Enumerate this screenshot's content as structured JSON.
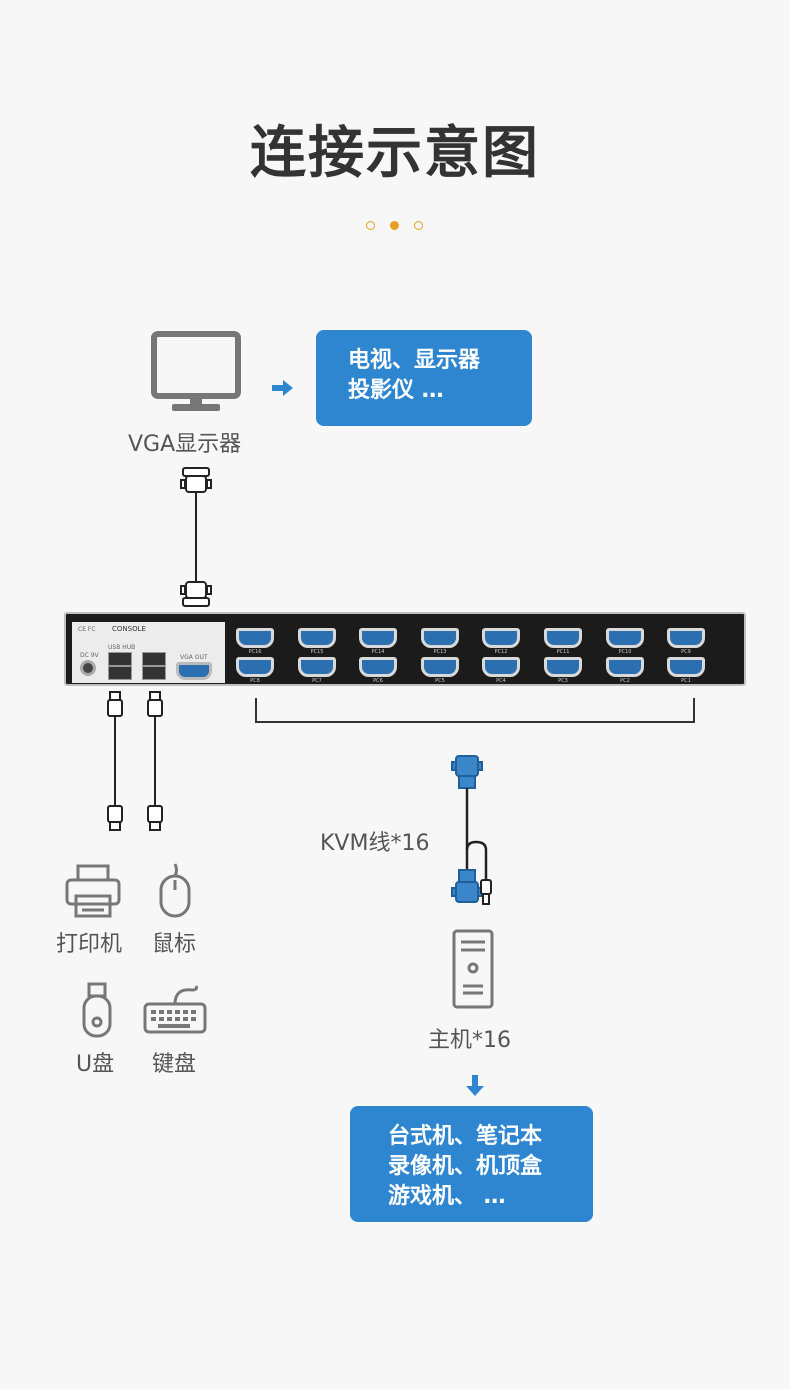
{
  "title": "连接示意图",
  "accent_color": "#e8a020",
  "box_color": "#2f86d0",
  "top_box": {
    "line1": "电视、显示器",
    "line2": "投影仪  …"
  },
  "monitor_label": "VGA显示器",
  "kvm": {
    "console_label": "CONSOLE",
    "fc_label": "CE FC",
    "dc_label": "DC 9V",
    "usb_label": "USB HUB",
    "vga_out_label": "VGA OUT",
    "ports_top": [
      "PC16",
      "PC15",
      "PC14",
      "PC13",
      "PC12",
      "PC11",
      "PC10",
      "PC9"
    ],
    "ports_bottom": [
      "PC8",
      "PC7",
      "PC6",
      "PC5",
      "PC4",
      "PC3",
      "PC2",
      "PC1"
    ]
  },
  "kvm_cable_label": "KVM线*16",
  "peripherals": {
    "printer": "打印机",
    "mouse": "鼠标",
    "udisk": "U盘",
    "keyboard": "键盘"
  },
  "host_label": "主机*16",
  "bottom_box": {
    "line1": "台式机、笔记本",
    "line2": "录像机、机顶盒",
    "line3": "游戏机、 …"
  }
}
